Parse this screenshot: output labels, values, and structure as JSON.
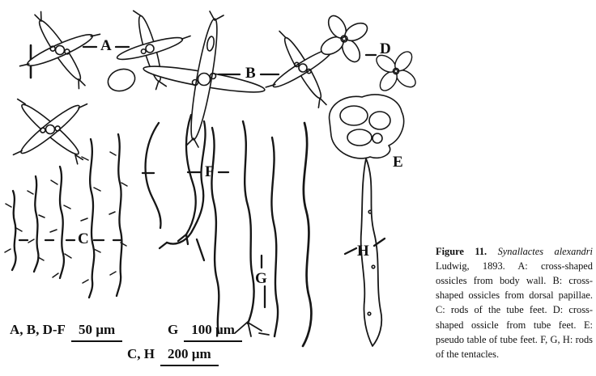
{
  "figure": {
    "part_labels": [
      {
        "letter": "A"
      },
      {
        "letter": "B"
      },
      {
        "letter": "C"
      },
      {
        "letter": "D"
      },
      {
        "letter": "E"
      },
      {
        "letter": "F"
      },
      {
        "letter": "G"
      },
      {
        "letter": "H"
      }
    ],
    "scale_bars": [
      {
        "groups": "A, B, D-F",
        "length": "50 µm"
      },
      {
        "groups": "G",
        "length": "100 µm"
      },
      {
        "groups": "C, H",
        "length": "200 µm"
      }
    ]
  },
  "caption": {
    "label": "Figure 11.",
    "species": "Synallactes alexandri",
    "text": "Ludwig, 1893. A: cross-shaped ossicles from body wall. B: cross-shaped ossicles from dorsal papillae. C: rods of the tube feet. D: cross-shaped ossicle from tube feet. E: pseudo table of tube feet. F, G, H: rods of the tentacles."
  }
}
